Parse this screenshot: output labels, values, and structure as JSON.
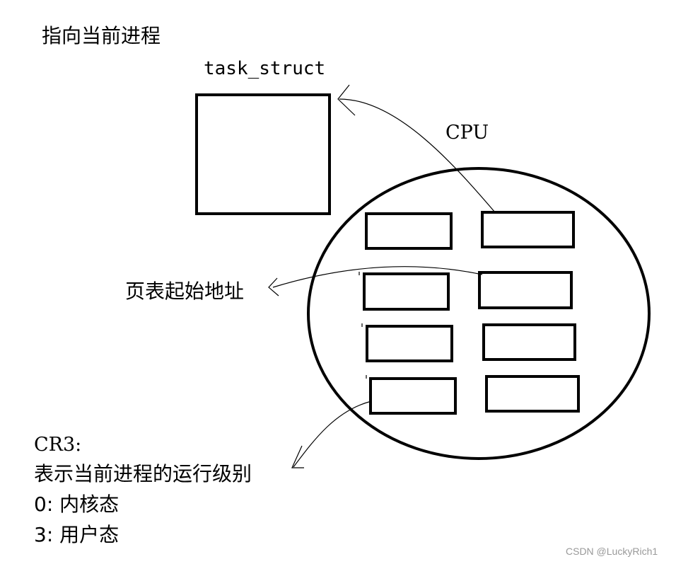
{
  "texts": {
    "current_process": "指向当前进程",
    "task_struct": "task_struct",
    "cpu": "CPU",
    "page_table": "页表起始地址",
    "cr3": "CR3:",
    "run_level": "表示当前进程的运行级别",
    "kernel_mode": "0: 内核态",
    "user_mode": "3: 用户态",
    "watermark": "CSDN @LuckyRich1"
  },
  "colors": {
    "ink": "#000000",
    "watermark": "#999999",
    "background": "#ffffff"
  }
}
